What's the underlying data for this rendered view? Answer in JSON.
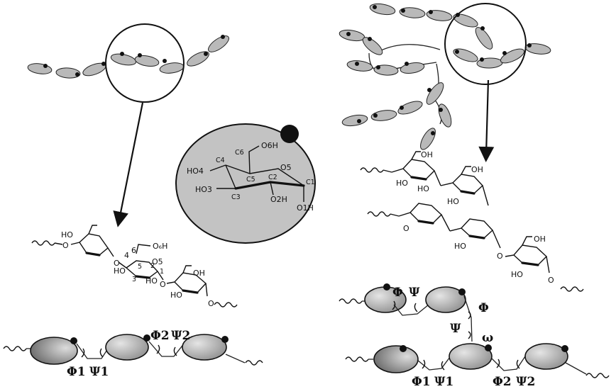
{
  "colors": {
    "residue_fill": "#b9b9b9",
    "center_ellipse_fill": "#c3c3c3",
    "ink": "#111111"
  },
  "center_glucose": {
    "labels": {
      "c6": "C6",
      "o6h": "O6H",
      "c4": "C4",
      "c5": "C5",
      "o5": "O5",
      "ho4": "HO4",
      "c2": "C2",
      "c1": "C1",
      "ho3": "HO3",
      "c3": "C3",
      "o2h": "O2H",
      "o1h": "O1H"
    }
  },
  "left_structure": {
    "labels": {
      "ho_a": "HO",
      "o_a": "O",
      "o_link1": "O",
      "four": "4",
      "six": "6",
      "o6h": "O₆H",
      "ho_b": "HO",
      "five": "5",
      "two": "2",
      "o5": "O5",
      "three": "3",
      "one": "1",
      "ho_c": "HO",
      "oh_c": "OH",
      "o_link2": "O",
      "ho_d": "HO",
      "o_end": "O"
    },
    "angles": {
      "phi1": "Φ1",
      "psi1": "Ψ1",
      "phi2": "Φ2",
      "psi2": "Ψ2"
    }
  },
  "right_structure": {
    "labels": {
      "ho_1": "HO",
      "oh_1": "OH",
      "ho_2": "HO",
      "oh_2": "OH",
      "ho_3": "HO",
      "o_4": "O",
      "ho_5": "HO",
      "o_6": "O",
      "oh_7": "OH",
      "ho_8": "HO",
      "o_9": "O"
    },
    "angles": {
      "phi": "Φ",
      "psi": "Ψ",
      "phi_branch": "Φ",
      "psi_branch": "Ψ",
      "omega": "ω",
      "phi1": "Φ1",
      "psi1": "Ψ1",
      "phi2": "Φ2",
      "psi2": "Ψ2"
    }
  }
}
